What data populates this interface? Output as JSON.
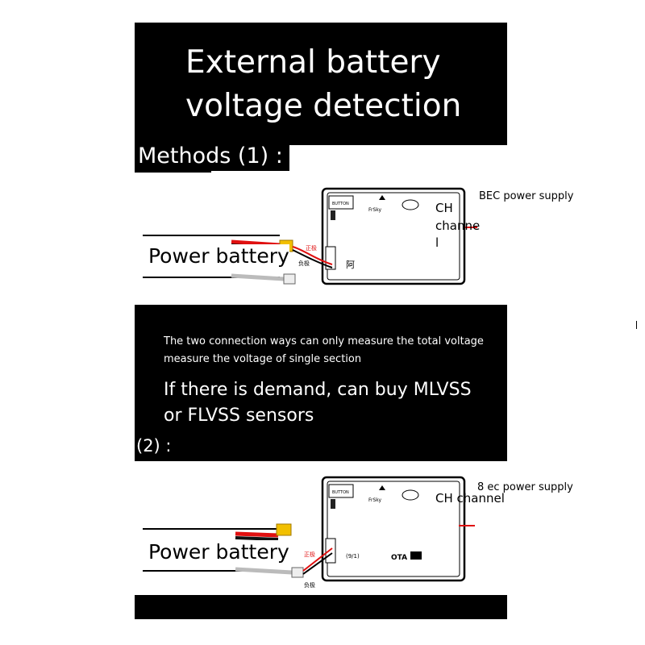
{
  "title": {
    "line1": "External battery",
    "line2": "voltage detection"
  },
  "methods_label": "Methods (1) :",
  "diagram1": {
    "power_label": "Power battery",
    "bec_label": "BEC power supply",
    "ch_lines": [
      "CH",
      "channe",
      "l"
    ],
    "button_label": "BUTTON",
    "brand": "FrSky",
    "positive_label": "正极",
    "negative_label": "负极",
    "port_label": "阿"
  },
  "notes": {
    "line1": "The two connection ways can only measure the total voltage",
    "line2": "measure the voltage of single section"
  },
  "demand": {
    "line1": "If there is demand, can buy MLVSS",
    "line2": "or FLVSS sensors"
  },
  "section2_label": "(2) :",
  "diagram2": {
    "power_label": "Power battery",
    "bec_label": "8 ec power supply",
    "ch_label": "CH channel",
    "button_label": "BUTTON",
    "brand": "FrSky",
    "positive_label": "正极",
    "negative_label": "负极",
    "port_label": "(9/1)",
    "logo_text": "OTA"
  },
  "colors": {
    "background": "#000000",
    "wire_red": "#e01010",
    "connector": "#f2c000"
  }
}
